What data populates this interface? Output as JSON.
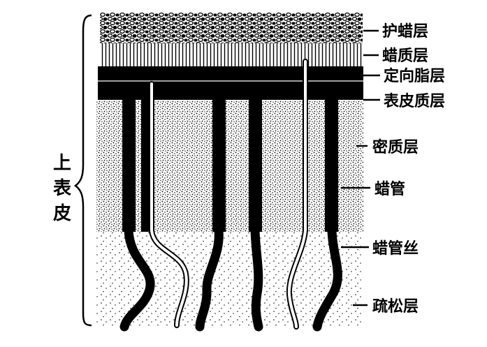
{
  "labels": {
    "hu_la_ceng": "护蜡层",
    "la_zhi_ceng": "蜡质层",
    "ding_xiang_zhi_ceng": "定向脂层",
    "biao_pi_zhi_ceng": "表皮质层",
    "mi_zhi_ceng": "密质层",
    "la_guan": "蜡管",
    "la_guan_si": "蜡管丝",
    "shu_song_ceng": "疏松层"
  },
  "side_label": [
    "上",
    "表",
    "皮"
  ]
}
